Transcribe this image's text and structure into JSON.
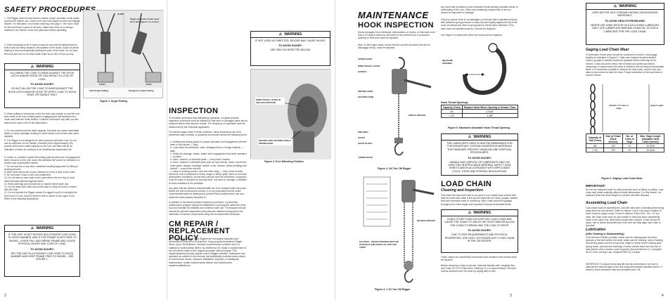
{
  "page2": {
    "title": "SAFETY PROCEDURES",
    "para1": "1. The Rigger must be kept clean to assure proper operation of the pawls and thereof. Before use, check to be sure both pawls are free and engage ratchet. For lubrication of unit after cleaning, see page 4. The cover must be flat and firmly in place at all times. Make sure there is no foreign material in the ratchet, cover and pawl area before operating.",
    "para2": "2. When preparing to lift or move a load be sure that the attachments to both hooks are firmly seated in the saddles of the hooks. Avoid off-center loading of any kind especially loading the point of the hook. Do not load the hook latch as it is to retain slack chain as an aid in hook-up only.",
    "fig1_labels": [
      "Sling",
      "Upper and lower hooks must be in line. Figure 1 is correct.",
      "Load",
      "Safe Single Pulling",
      "Load",
      "Dangerous Angle Pulling"
    ],
    "fig1_caption": "Figure 1. Angle Pulling",
    "warn1": {
      "label": "WARNING",
      "body": "Allowing the load to bear against the hook latch and/or hook tip can result in loss of load.",
      "avoid": "TO AVOID INJURY:",
      "body2": "Do not allow the load to bear against the hook latch and/or hook tip. Apply load to hook bowl or saddle only."
    },
    "para3": "3. When pulling or tensioning, move the load only enough to load the unit, then check to be sure holding pawl is engaging and that attachment to hooks and load are firmly seated. Continue movement only after you are assured the load is free of all obstructions.",
    "para4": "4. Do not load beyond the rated capacity. Overload can cause immediate failure or cause damage resulting in future failure even at less than rated capacity.",
    "para5": "5. The Rigger is not designed for hand powered operation only. Do not use an extension on the handle. A handle pull of approximately 100 pounds will result in rated capacity on the unit, and there will be an indication of either an overload or an insufficiently maintained unit.",
    "list2": [
      "6. Under no condition should the holding pawl be pried out of engagement when a load is on the unit, since this will allow the load to be released in a sudden and uncontrolled manner.",
      "7. Do not use this or any other materials handling equipment for lifting or moving persons.",
      "8. Warn other personnel of your intention to move a load in their area.",
      "9. Do not leave a load on the unit unattended.",
      "10. Do not take up load chain to the point where the end ring of hook block becomes jammed against frame.",
      "11. Read warnings and instructions on handle before each use.",
      "12. Do not wrap load chain around the load or bring the load in contact with the hoist.",
      "13. Do not operate the Rigger unless it is rigged to pull in a straight line from hook to hook, and the frame is free to swivel on the upper hook. Refer to the following illustrations."
    ],
    "warn2": {
      "label": "WARNING",
      "body": "If the unit is not rigged in a straight line hook to hook manner, and if the frame is not free to swivel, lever pull may break frame and cause physical injury and loss of load.",
      "avoid": "TO AVOID INJURY:",
      "body2": "Rig the unit in a straight line hook to hook manner and keep frame free to swivel - see figure 1."
    },
    "page_number": "2"
  },
  "page3": {
    "warn": {
      "label": "WARNING",
      "body": "If not used as directed, Rigger may cause injury.",
      "avoid": "TO AVOID INJURY:",
      "body2": "Use only as directed below."
    },
    "inspection_title": "INSPECTION",
    "insp_para1": "To maintain continuous and satisfactory operation, a regular periodic inspection procedure must be initiated so that worn or damaged parts can be replaced before they become unsafe. The frequency of inspection must be determined by the individual application.",
    "insp_para2": "For normal usage under normal conditions, these inspections are to be performed daily, monthly, or quarterly and should include the following items:",
    "insp_items": [
      "a. Holding and driving pawls for proper operation and engagement with the teeth of the ratchet — daily.",
      "b. Load chain for lubrication, wear, damaged links or foreign material — daily.",
      "c. Hooks for damage, cracks, twists, latch engagement and latch operation — monthly.",
      "d. Worn, cracked, or distorted parts — every three months.",
      "e. Worn, cracked or distorted parts such as hook blocks, frame, hand lever, chain guide, stripper, bearings, handle, cover, sheave, wheel (holding) and ratchet — every three months.",
      "f. Loose or missing screws, nuts and other rings — every three months."
    ],
    "insp_para3": "When the unit is subjected to heavy usage or dusty, gritty, moist or corrosive atmospheric conditions, shorter time periods must be prescribed. Inspection must be made of all parts for unusual wear, corrosion or damage, in addition to those indicated in the schedule.",
    "insp_para4": "Any parts that are deemed unserviceable are to be replaced with new parts before the unit is returned to service. It is very important that the entire unserviceable parts be destroyed to prevent their possible future use as a repair item and properly disposed of.",
    "insp_para5": "In addition to the above periodic inspection procedure, a preventive maintenance program should be established to prolong the useful life of the tool and maintain its reliability and continued safe use. The program should include the periodic inspections with particular attention being paid to the lubrication of various components using the recommended lubricants.",
    "repair_title": "CM REPAIR / REPLACEMENT POLICY",
    "repair_para": "All Columbus McKinnon (CM) Riggers are thoroughly inspected and performance tested prior to shipment. If any properly maintained Rigger which, upon CM shipment, develops a performance problem due to a material or workmanship defect, as verified by CM, repair or replacement of the unit will be made to the original purchaser without charge. This repair/replacement policy applies only to Riggers installed, maintained and operated as outlined in this manual, and specifically excludes parts subject to normal wear, abuse, improper installation, improper or inadequate maintenance, hostile environmental effects, and unauthorized repairs/modifications.",
    "fig2_labels": [
      "Directional lever in unload position",
      "Driving and holding pawls disengaged"
    ],
    "fig2_caption": "Figure 2. Free Wheeling Position",
    "page_number": ""
  },
  "page4": {
    "maint_title": "MAINTENANCE",
    "hook_title": "HOOK INSPECTION",
    "hook_para1": "Hooks damaged from chemicals, deformations or cracks, or that have more than a 10 degree twist from the plane of the unbent hook or excessive opening or seat wear must be replaced.",
    "hook_para2": "Also, on latch type hooks, hooks that are opened and allow the latch to disengage the tip, must be replaced.",
    "fig3_labels": [
      "Upper hook",
      "Directional lever",
      "Handle",
      "Driving pawl",
      "Holding pawl",
      "Single reeved",
      "End ring",
      "Chain",
      "Hook block",
      "Lower hook"
    ],
    "fig3_caption": "Figure 3. 3/4 Ton CM Rigger",
    "fig4_labels": [
      "Double reeved",
      "Caution - these strands must be straight and parallel with no twist"
    ],
    "fig4_caption": "Figure 4. 1 1/2 Ton CM Rigger",
    "hook_para3": "Any hook that is twisted or has excessive throat opening indicates abuse or overloading of the unit. Other load sustaining components of the tool should be inspected for damage.",
    "hook_para4": "Check to assure hook is not damaged or bent and that it operates properly with sufficient spring pressure to keep the latch tightly against the tip of the hook and allows the latch to spring back to the tip when released. If the latch does not operate properly, it should be replaced.",
    "hook_para5": "Use Figure 5 to determine when the hook must be replaced.",
    "fig5_label": "Measure opening",
    "hook_table": {
      "title": "Hook Throat Openings",
      "headers": [
        "Capacity (Tons)",
        "Replace Hook When Opening is Greater Than:"
      ],
      "rows": [
        [
          "3/4",
          "1-3/16\""
        ],
        [
          "1-1/2",
          "1-3/8\""
        ]
      ]
    },
    "fig5_caption": "Figure 5. Maximum Allowable Hook Throat Opening",
    "warn_lube": {
      "label": "WARNING",
      "body": "The lubricants used in and recommended for the Rigger may contain hazardous materials that mandate specific handling and disposal procedures.",
      "avoid": "TO AVOID INJURY:",
      "body2": "Handle and dispose of lubricants only as directed in applicable material safety data sheets and in accordance with applicable local, state and federal regulations."
    },
    "chain_title": "LOAD CHAIN",
    "clean_title": "Cleaning and Inspection",
    "clean_para": "First clean the load chain with a non-acid or non-caustic type solvent then start the chain and make a link-by-link inspection for nicks, gouges, twisted links and excessive wear or stretching. Worn chain should be gauged throughout its entire length and replaced if beyond serviceable limits.",
    "warn_chain": {
      "label": "WARNING",
      "body": "Using other than CM supplied load chain may cause the chain to jam in the hoist and/or allow the chain to break and the load to drop.",
      "avoid": "TO AVOID INJURY:",
      "body2": "Due to size requirements and physical properties, use only CM Rigger-duty load chain in the CM Rigger."
    },
    "chain_para2": "These chains are specifically heat treated and hardened and should never be repaired.",
    "chain_para3": "Before returning a chain to service, lubricate liberally with Lubriplate Bar and Chain Oil 10-R (Fiske Bros. Refining Co.) or equal lubricant. Remove excess lubricant from the chain by wiping with a cloth.",
    "page_number": "3"
  },
  "page5": {
    "warn_top": {
      "label": "WARNING",
      "body": "Used motor oils contain known carcinogenic materials.",
      "avoid": "TO AVOID HEALTH PROBLEMS:",
      "body2": "Never use used motor oils as a chain lubricant. Only use Lubriplate Bar and Chain Oil 10-R as a lubricant for the load chain."
    },
    "gage_title": "Gaging Load Chain Wear",
    "gage_para": "To determine if load chain should be continued in service, check gage lengths as indicated in Figure 6. Chain worn beyond length indicated, nicked, gouged or twisted should be replaced before returning tool to service. Chain should be clean, free of twists and pulled taut before measuring. In cases where the wear is localized and not beyond serviceable limits, it is sometimes possible to reverse the load chain, end for end, and allow a new section to take the wear. Proper lubrication of the load chain is covered below.",
    "fig6_labels": [
      "Number of Links in Gage",
      "Gage Length"
    ],
    "chain_table": {
      "headers": [
        "Capacity of Tool (Tons)",
        "Size of Chain Stock (inches)",
        "No. of Links in Gage",
        "Max. Gage Length Allowable Used Chain (inches)"
      ],
      "rows": [
        [
          "3/4",
          ".197",
          "21",
          "12-3/16"
        ],
        [
          "1 1/2",
          ".197",
          "21",
          "12-3/16"
        ]
      ]
    },
    "fig6_caption": "Figure 6. Gaging Load Chain Wear",
    "important_title": "IMPORTANT:",
    "important_para": "Do not use replaced chain for other purposes such as lifting or pulling. Load chain may break suddenly without visual deformation. For this reason, cut replaced chain into short lengths to prevent use after disposal.",
    "assemble_title": "Assembling Load Chain",
    "assemble_para": "Load chain must be assembled to unit with weld side of standing links facing away from the load sheave. Refer to Figures 3 and 4 for proper rotation of lower hooks to upper hooks. Frame is marked \"Hook End\". On 1 1/2 ton units, the chain must have an odd number of links and when assembling chain to the lower end, weld sides should face outward. Chain should be clean, free of twists and pulled taut. A tie wire can help align load chain to sprocket.",
    "lube_title": "Lubrication",
    "lube_sub": "(After Cleaning or Disassembling)",
    "lube_para": "Coat the face (Parker) journals, frame stud for holding pawl, the three journals of the idler wheel, the shaft, brake and the bushing, lobe of holding and driving pawls, stud for hook ends, edges of frame where holding pawl spring bears, journals and bushings of lower sheave block and the hub of load sheave with a medium coat of grease (General Motors Co. Lubriplate 90-20, Dow Corning Corp. Molykote BR2-S) or equal.",
    "lube_imp": "IMPORTANT: To assure extra long life and top performance, be sure to lubricate the internal parts of the tool using the lubricant specified above. If desired, these lubricants may be purchased from CM.",
    "page_number": "4"
  }
}
